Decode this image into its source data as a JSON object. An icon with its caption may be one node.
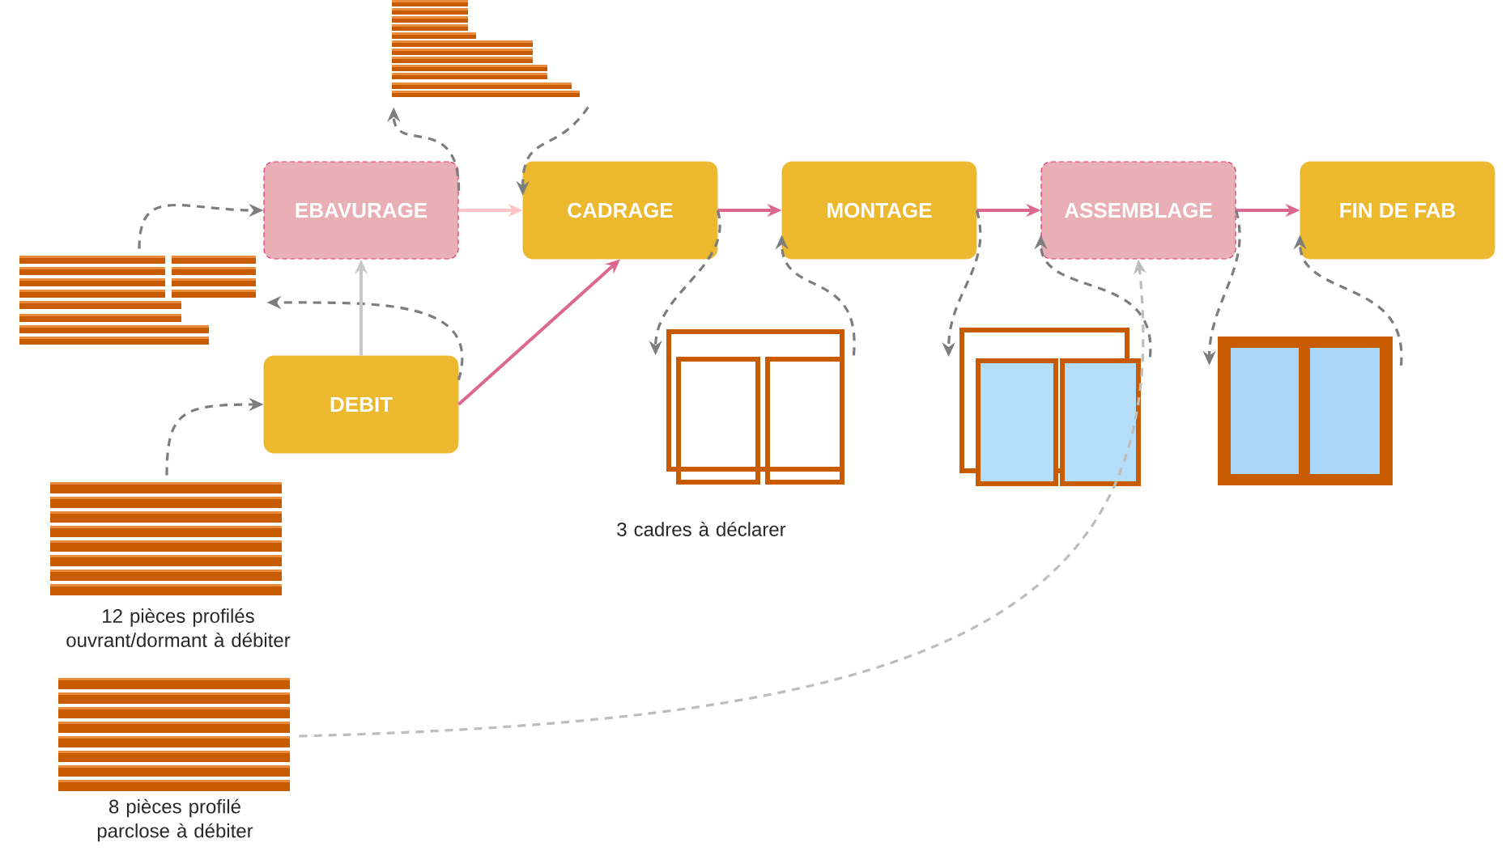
{
  "diagram": {
    "nodes": [
      {
        "text": [
          "EBAVURAGE"
        ]
      },
      {
        "text": [
          "CADRAGE"
        ]
      },
      {
        "text": [
          "MONTAGE"
        ]
      },
      {
        "text": [
          "ASSEMBLAGE"
        ]
      },
      {
        "text": [
          "FIN DE FAB"
        ]
      },
      {
        "text": [
          "DEBIT"
        ]
      },
      {
        "text": [],
        "shape": "picture"
      },
      {
        "text": [],
        "shape": "picture"
      },
      {
        "text": [],
        "shape": "picture",
        "beside": [
          "3 cadres à déclarer"
        ]
      },
      {
        "text": [],
        "shape": "picture"
      },
      {
        "text": [],
        "shape": "picture"
      },
      {
        "text": [],
        "shape": "picture",
        "beside": [
          "12 pièces profilés ouvrant/dormant à débiter"
        ]
      },
      {
        "text": [],
        "shape": "picture",
        "beside": [
          "8 pièces profilé parclose à débiter"
        ]
      }
    ],
    "edges": [
      {
        "from": 11,
        "to": 5,
        "arrow": "to",
        "style": "dashed"
      },
      {
        "from": 6,
        "to": 0,
        "arrow": "to",
        "style": "dashed"
      },
      {
        "from": 5,
        "to": 6,
        "arrow": "to",
        "style": "dashed"
      },
      {
        "from": 5,
        "to": 0,
        "arrow": "to",
        "color": "#c8c8c8"
      },
      {
        "from": 5,
        "to": 1,
        "arrow": "to",
        "color": "#dc6790"
      },
      {
        "from": 0,
        "to": 1,
        "arrow": "to",
        "color": "#ffc4c8"
      },
      {
        "from": 0,
        "to": 7,
        "arrow": "to",
        "style": "dashed"
      },
      {
        "from": 7,
        "to": 1,
        "arrow": "to",
        "style": "dashed"
      },
      {
        "from": 1,
        "to": 2,
        "arrow": "to",
        "color": "#dc6790"
      },
      {
        "from": 1,
        "to": 8,
        "arrow": "to",
        "style": "dashed"
      },
      {
        "from": 8,
        "to": 2,
        "arrow": "to",
        "style": "dashed"
      },
      {
        "from": 2,
        "to": 3,
        "arrow": "to",
        "color": "#dc6790"
      },
      {
        "from": 3,
        "to": 4,
        "arrow": "to",
        "color": "#dc6790"
      },
      {
        "from": 2,
        "to": 9,
        "arrow": "to",
        "style": "dashed"
      },
      {
        "from": 9,
        "to": 3,
        "arrow": "to",
        "style": "dashed"
      },
      {
        "from": 12,
        "to": 3,
        "arrow": "to",
        "style": "dashed",
        "color": "#bdbdbd"
      },
      {
        "from": 3,
        "to": 10,
        "arrow": "to",
        "style": "dashed"
      },
      {
        "from": 10,
        "to": 4,
        "arrow": "to",
        "style": "dashed"
      }
    ]
  }
}
